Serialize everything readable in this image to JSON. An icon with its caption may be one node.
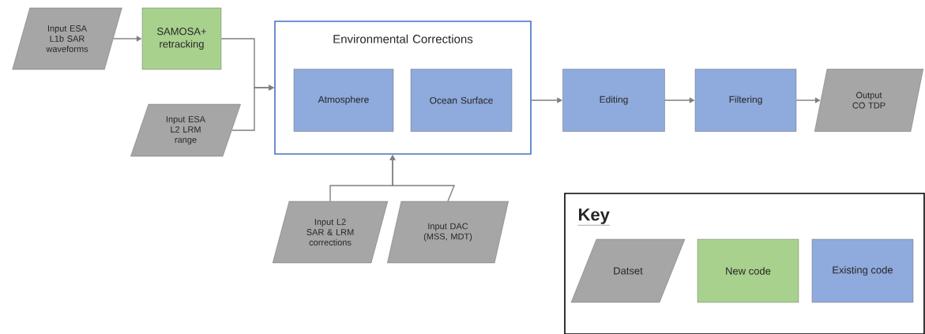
{
  "diagram": {
    "nodes": [
      {
        "text": [
          "Input ESA L1b SAR waveforms"
        ]
      },
      {
        "text": [
          "SAMOSA+ retracking"
        ]
      },
      {
        "text": [
          "Input ESA L2 LRM range"
        ]
      },
      {
        "text": [
          "Environmental Corrections"
        ]
      },
      {
        "text": [
          "Atmosphere"
        ],
        "in": 3
      },
      {
        "text": [
          "Ocean Surface"
        ],
        "in": 3
      },
      {
        "text": [
          "Editing"
        ]
      },
      {
        "text": [
          "Filtering"
        ]
      },
      {
        "text": [
          "Output CO TDP"
        ]
      },
      {
        "text": [
          "Input L2 SAR & LRM corrections"
        ]
      },
      {
        "text": [
          "Input DAC (MSS, MDT)"
        ]
      }
    ],
    "edges": [
      {
        "from": 0,
        "to": 1,
        "arrow": "to"
      },
      {
        "from": 1,
        "to": 3,
        "arrow": "to"
      },
      {
        "from": 2,
        "to": 3,
        "arrow": "to"
      },
      {
        "from": 3,
        "to": 6,
        "arrow": "to"
      },
      {
        "from": 6,
        "to": 7,
        "arrow": "to"
      },
      {
        "from": 7,
        "to": 8,
        "arrow": "to"
      },
      {
        "from": 9,
        "to": 3,
        "arrow": "to"
      },
      {
        "from": 10,
        "to": 3,
        "arrow": "to"
      }
    ],
    "labels": [
      "Key"
    ],
    "legend": [
      {
        "text": "Datset",
        "color": "#a6a6a6"
      },
      {
        "text": "New code",
        "color": "#a9d18e"
      },
      {
        "text": "Existing code",
        "color": "#8faadc"
      }
    ]
  }
}
